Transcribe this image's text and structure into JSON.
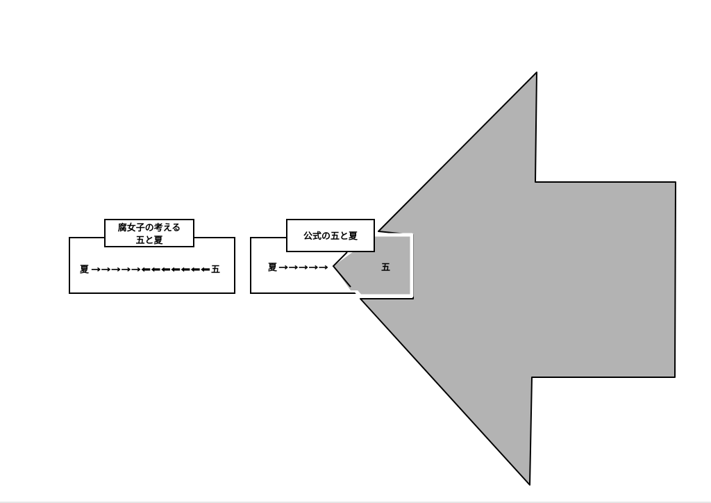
{
  "panel_left": {
    "title_line1": "腐女子の考える",
    "title_line2": "五と夏",
    "row_start": "夏",
    "thin_arrows": "→→→→→",
    "bold_arrows": "⬅⬅⬅⬅⬅⬅⬅",
    "row_end": "五"
  },
  "panel_right": {
    "title": "公式の五と夏",
    "row_start": "夏",
    "thin_arrows": "→→→→→",
    "row_end": "五"
  },
  "colors": {
    "arrow_fill": "#b3b3b3",
    "stroke": "#000000",
    "background": "#ffffff"
  }
}
